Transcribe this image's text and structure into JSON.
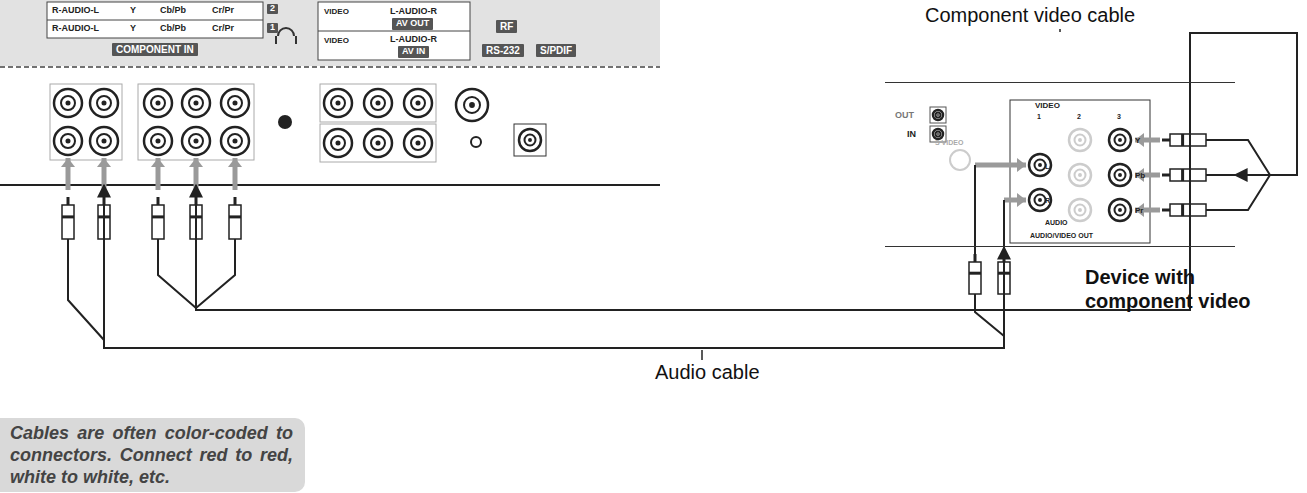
{
  "diagram": {
    "nodes": [
      {
        "text": [
          "R-AUDIO-L",
          "Y",
          "Cb/Pb",
          "Cr/Pr",
          "2",
          "R-AUDIO-L",
          "Y",
          "Cb/Pb",
          "Cr/Pr",
          "1",
          "COMPONENT IN",
          "VIDEO",
          "L-AUDIO-R",
          "AV OUT",
          "VIDEO",
          "L-AUDIO-R",
          "AV IN",
          "RF",
          "RS-232",
          "S/PDIF"
        ]
      },
      {
        "text": [
          "OUT",
          "IN",
          "VIDEO",
          "1",
          "2",
          "3",
          "S VIDEO",
          "L",
          "R",
          "Y",
          "Pb",
          "Pr",
          "AUDIO",
          "AUDIO/VIDEO OUT",
          "Device with component video"
        ]
      },
      {
        "text": [
          "Cables are often color-coded to connectors. Connect red to red, white to white, etc."
        ]
      }
    ],
    "edges": [
      {
        "from": 1,
        "to": 0,
        "arrow": "both",
        "label": "Component video cable"
      },
      {
        "from": 1,
        "to": 0,
        "arrow": "both",
        "label": "Audio cable"
      }
    ]
  }
}
